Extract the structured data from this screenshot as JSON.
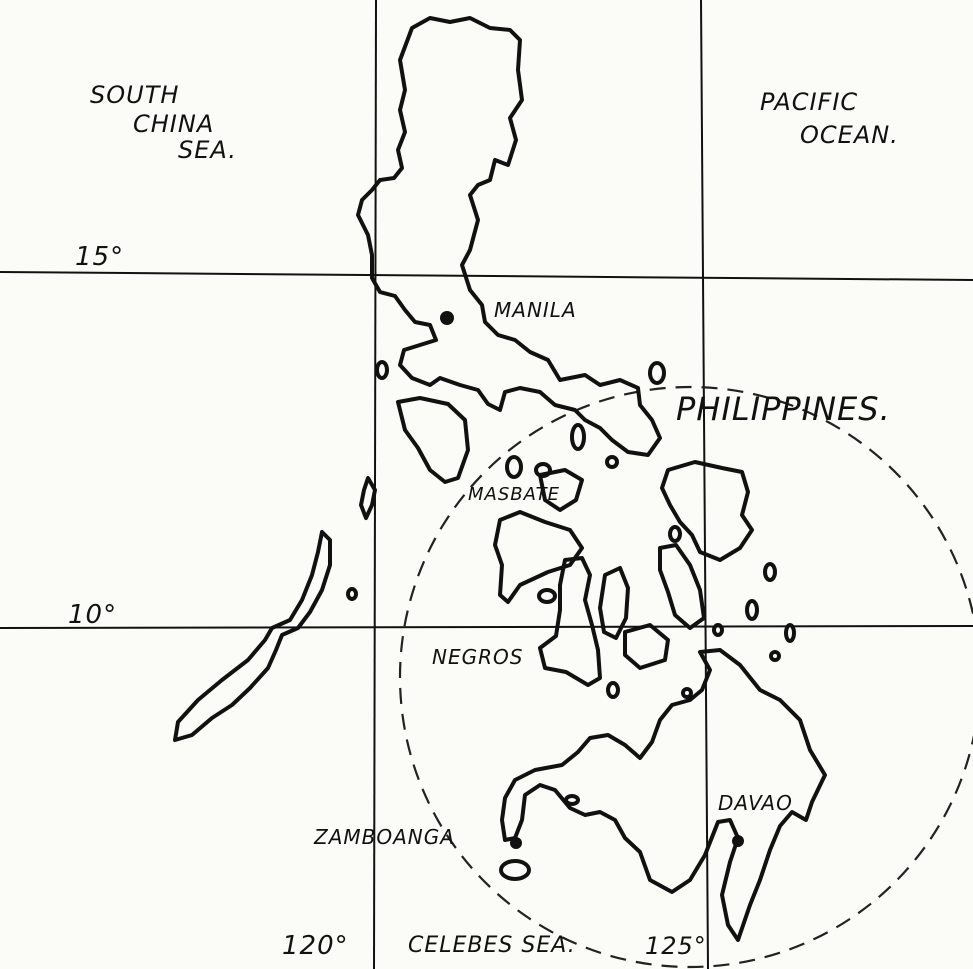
{
  "seas": {
    "south_china_sea": [
      "SOUTH",
      "CHINA",
      "SEA."
    ],
    "pacific_ocean": [
      "PACIFIC",
      "OCEAN."
    ],
    "celebes_sea": "CELEBES SEA."
  },
  "latitudes": {
    "lat_15": "15°",
    "lat_10": "10°"
  },
  "longitudes": {
    "lon_120": "120°",
    "lon_125": "125°"
  },
  "region": "PHILIPPINES.",
  "places": {
    "manila": "MANILA",
    "masbate": "MASBATE",
    "negros": "NEGROS",
    "zamboanga": "ZAMBOANGA",
    "davao": "DAVAO"
  },
  "colors": {
    "ink": "#111111",
    "paper": "#fbfbf8"
  }
}
